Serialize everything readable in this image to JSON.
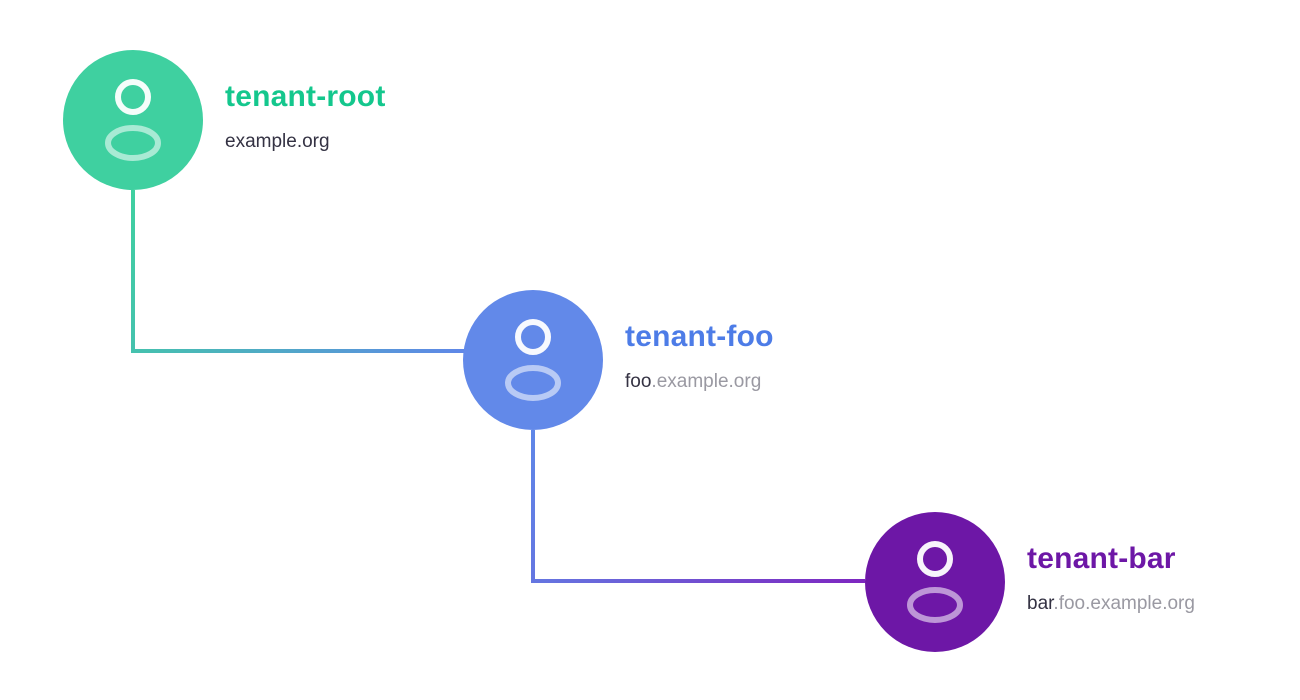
{
  "nodes": [
    {
      "name": "tenant-root",
      "domain_prefix": "example.org",
      "domain_rest": "",
      "circle_color": "#3fd0a0",
      "title_color": "#14c78d"
    },
    {
      "name": "tenant-foo",
      "domain_prefix": "foo",
      "domain_rest": ".example.org",
      "circle_color": "#6289e9",
      "title_color": "#4d7ce7"
    },
    {
      "name": "tenant-bar",
      "domain_prefix": "bar",
      "domain_rest": ".foo.example.org",
      "circle_color": "#6d17a6",
      "title_color": "#6d17a6"
    }
  ],
  "connectors": [
    {
      "from": "tenant-root",
      "to": "tenant-foo",
      "from_color": "#3fd0a0",
      "to_color": "#5f87e8"
    },
    {
      "from": "tenant-foo",
      "to": "tenant-bar",
      "from_color": "#5f87e8",
      "to_color": "#7e26c0"
    }
  ],
  "colors": {
    "text_dark": "#343243",
    "text_gray": "#9a99a2",
    "icon_color": "#ffffff"
  }
}
